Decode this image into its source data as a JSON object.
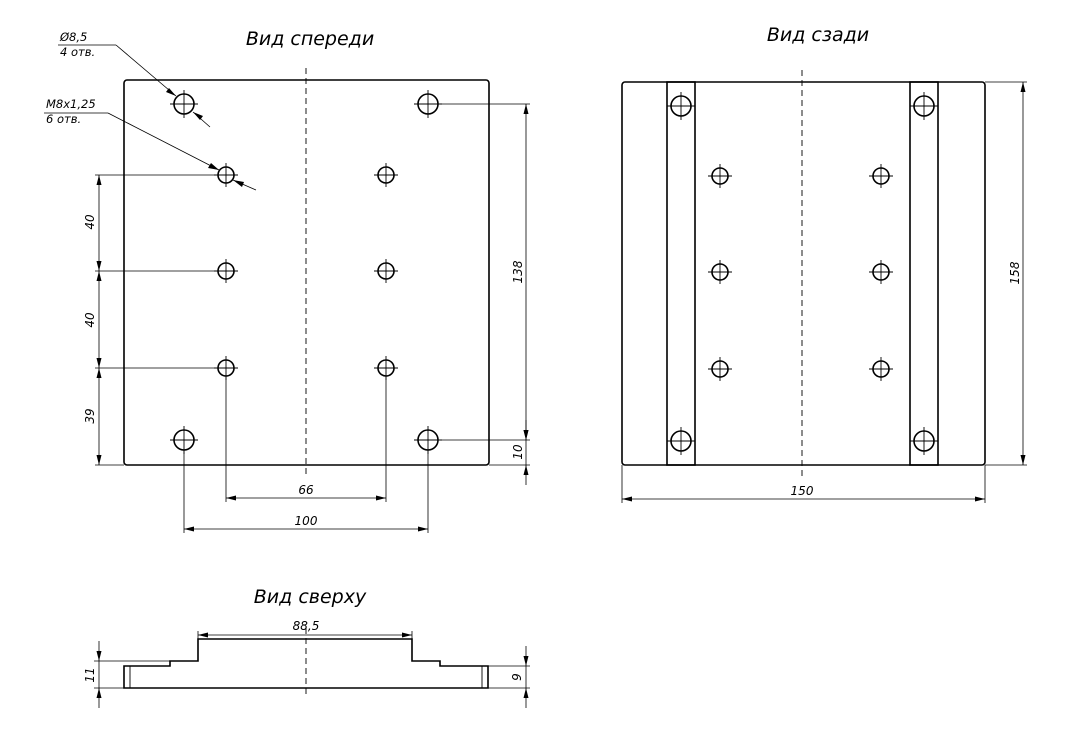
{
  "views": {
    "front": {
      "title": "Вид спереди"
    },
    "back": {
      "title": "Вид сзади"
    },
    "top": {
      "title": "Вид сверху"
    }
  },
  "callouts": {
    "holes_large": {
      "size": "Ø8,5",
      "count": "4 отв."
    },
    "holes_threaded": {
      "size": "M8x1,25",
      "count": "6 отв."
    }
  },
  "dimensions": {
    "front_v1": "40",
    "front_v2": "40",
    "front_v3": "39",
    "front_height": "138",
    "front_bottom": "10",
    "front_inner_width": "66",
    "front_outer_width": "100",
    "back_height": "158",
    "back_width": "150",
    "top_step_width": "88,5",
    "top_total_thickness": "11",
    "top_plate_thickness": "9"
  }
}
